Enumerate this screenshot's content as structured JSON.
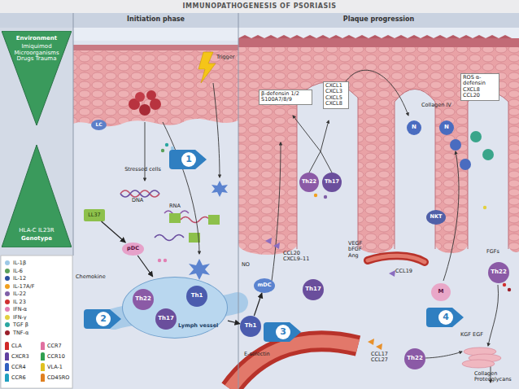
{
  "diagram": {
    "title": "IMMUNOPATHOGENESIS OF PSORIASIS",
    "nodes": [
      {
        "text": [
          "Environment",
          "Imiquimod Microorganisms Drugs Trauma"
        ]
      },
      {
        "text": [
          "HLA-C IL23R",
          "Genotype"
        ]
      },
      {
        "text": [
          "LC"
        ]
      },
      {
        "text": [
          "LL37"
        ]
      },
      {
        "text": [
          "pDC"
        ]
      },
      {
        "text": [
          "Lymph vessel"
        ]
      },
      {
        "text": [
          "Th22"
        ],
        "in": 5
      },
      {
        "text": [
          "Th1"
        ],
        "in": 5
      },
      {
        "text": [
          "Th17"
        ],
        "in": 5
      },
      {
        "text": [
          "Th1"
        ]
      },
      {
        "text": [
          "mDC"
        ]
      },
      {
        "text": [
          "Th22"
        ]
      },
      {
        "text": [
          "Th17"
        ]
      },
      {
        "text": [
          "N"
        ]
      },
      {
        "text": [
          "N"
        ]
      },
      {
        "text": [
          "NKT"
        ]
      },
      {
        "text": [
          "Th17"
        ]
      },
      {
        "text": [
          "M"
        ]
      },
      {
        "text": [
          "Th22"
        ]
      },
      {
        "text": [
          "Th22"
        ]
      }
    ],
    "edges": [
      {
        "from": 3,
        "to": 4,
        "arrow": "to"
      },
      {
        "from": 4,
        "to": 5,
        "arrow": "to"
      },
      {
        "from": 5,
        "to": 9,
        "arrow": "to"
      },
      {
        "from": 9,
        "to": 10,
        "arrow": "to"
      }
    ],
    "labels": [
      "Initiation phase",
      "Plaque progression",
      "Trigger",
      "Stressed cells",
      "DNA",
      "RNA",
      "1",
      "2",
      "3",
      "4",
      "Chemokine",
      "NO",
      "E-selectin",
      "β-defensin 1/2 S100A7/8/9",
      "CXCL1 CXCL3 CXCL5 CXCL8",
      "ROS α-defensin CXCL8 CCL20",
      "Collagen IV",
      "CCL20 CXCL9–11",
      "VEGF bFGF Ang",
      "CCL19",
      "FGFs",
      "CCL17 CCL27",
      "KGF EGF",
      "Collagen Proteoglycans"
    ],
    "legend": [
      {
        "text": "IL-1β",
        "color": "#9cc8e6"
      },
      {
        "text": "IL-6",
        "color": "#5aa05a"
      },
      {
        "text": "IL-12",
        "color": "#2a4f9e"
      },
      {
        "text": "IL-17A/F",
        "color": "#f0a020"
      },
      {
        "text": "IL-22",
        "color": "#8060a8"
      },
      {
        "text": "IL 23",
        "color": "#d03030"
      },
      {
        "text": "IFN-α",
        "color": "#e27fb3"
      },
      {
        "text": "IFN-γ",
        "color": "#e3d040"
      },
      {
        "text": "TGF β",
        "color": "#2aa6a0"
      },
      {
        "text": "TNF-α",
        "color": "#9a1f2a"
      },
      {
        "text": "CLA",
        "color": "#d02828"
      },
      {
        "text": "CCR7",
        "color": "#e070a0"
      },
      {
        "text": "CXCR3",
        "color": "#6040a0"
      },
      {
        "text": "CCR10",
        "color": "#30a050"
      },
      {
        "text": "CCR4",
        "color": "#3060c0"
      },
      {
        "text": "VLA-1",
        "color": "#e0c020"
      },
      {
        "text": "CCR6",
        "color": "#20a0c0"
      },
      {
        "text": "CD45RO",
        "color": "#e08020"
      }
    ]
  }
}
